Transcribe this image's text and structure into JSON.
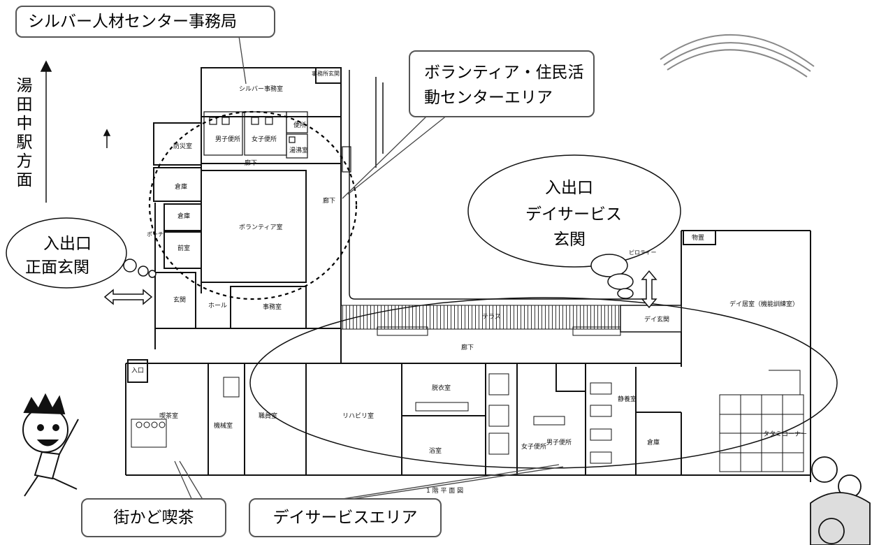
{
  "callouts": {
    "silver_office": "シルバー人材センター事務局",
    "volunteer_area_line1": "ボランティア・住民活",
    "volunteer_area_line2": "動センターエリア",
    "dayservice_entrance_line1": "入出口",
    "dayservice_entrance_line2": "デイサービス",
    "dayservice_entrance_line3": "玄関",
    "main_entrance_line1": "入出口",
    "main_entrance_line2": "正面玄関",
    "cafe": "街かど喫茶",
    "dayservice_area": "デイサービスエリア"
  },
  "direction": {
    "station": "湯田中駅方面"
  },
  "rooms": {
    "silver_office": "シルバー事務室",
    "office_entrance": "事務所玄関",
    "mens_toilet_north": "男子便所",
    "womens_toilet_north": "女子便所",
    "toilet_north": "便所",
    "kitchenette": "湯沸室",
    "hall_corridor_north": "廊下",
    "storage_a": "倉庫",
    "storage_b": "倉庫",
    "anteroom": "前室",
    "porch": "ポーチ",
    "disaster_room": "防災室",
    "volunteer_room": "ボランティア室",
    "corridor_east": "廊下",
    "entrance_hall": "玄関",
    "hall": "ホール",
    "office": "事務室",
    "terrace": "テラス",
    "day_entrance": "デイ玄関",
    "pilotis": "ピロティー",
    "storeroom": "物置",
    "day_room": "デイ居室（機能訓練室）",
    "corridor_south": "廊下",
    "entrance_small": "入口",
    "tea_room": "喫茶室",
    "machine_room": "機械室",
    "staff_room": "職員室",
    "rehab_room": "リハビリ室",
    "changing_room": "脱衣室",
    "bathroom": "浴室",
    "womens_toilet_south": "女子便所",
    "mens_toilet_south": "男子便所",
    "rest_room": "静養室",
    "storage_south": "倉庫",
    "tatami_corner": "タタミコーナー",
    "plan_caption": "1 階 平 面 図"
  },
  "colors": {
    "ink": "#111111",
    "callout_border": "#555555",
    "dashed_circle": "#000000",
    "terrace_hatch": "#333333"
  },
  "icons": {
    "compass_arc": "arc-icon",
    "boy_character": "running-boy-icon",
    "wheelchair_pair": "wheelchair-icon"
  }
}
